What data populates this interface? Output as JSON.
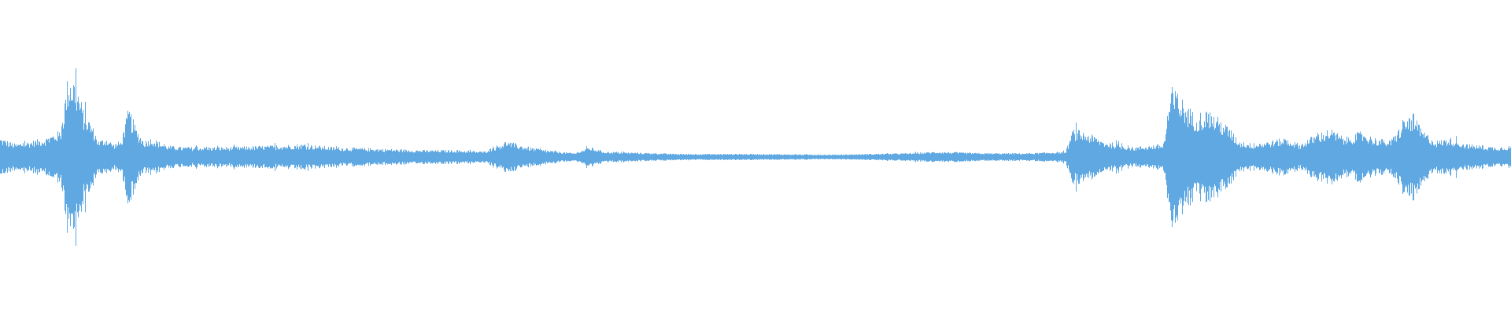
{
  "waveform": {
    "color": "#5fa8e2",
    "background": "#ffffff",
    "envelope": [
      [
        0.0,
        0.12
      ],
      [
        0.01,
        0.08
      ],
      [
        0.02,
        0.1
      ],
      [
        0.03,
        0.12
      ],
      [
        0.04,
        0.17
      ],
      [
        0.045,
        0.55
      ],
      [
        0.05,
        0.5
      ],
      [
        0.055,
        0.3
      ],
      [
        0.06,
        0.22
      ],
      [
        0.065,
        0.1
      ],
      [
        0.07,
        0.12
      ],
      [
        0.075,
        0.08
      ],
      [
        0.08,
        0.1
      ],
      [
        0.085,
        0.32
      ],
      [
        0.09,
        0.18
      ],
      [
        0.095,
        0.1
      ],
      [
        0.1,
        0.12
      ],
      [
        0.11,
        0.07
      ],
      [
        0.12,
        0.06
      ],
      [
        0.15,
        0.06
      ],
      [
        0.18,
        0.07
      ],
      [
        0.2,
        0.08
      ],
      [
        0.22,
        0.06
      ],
      [
        0.25,
        0.05
      ],
      [
        0.28,
        0.04
      ],
      [
        0.3,
        0.04
      ],
      [
        0.32,
        0.03
      ],
      [
        0.335,
        0.1
      ],
      [
        0.345,
        0.07
      ],
      [
        0.36,
        0.04
      ],
      [
        0.38,
        0.02
      ],
      [
        0.39,
        0.06
      ],
      [
        0.4,
        0.03
      ],
      [
        0.45,
        0.015
      ],
      [
        0.5,
        0.015
      ],
      [
        0.55,
        0.01
      ],
      [
        0.6,
        0.02
      ],
      [
        0.62,
        0.03
      ],
      [
        0.65,
        0.02
      ],
      [
        0.68,
        0.02
      ],
      [
        0.705,
        0.03
      ],
      [
        0.71,
        0.18
      ],
      [
        0.72,
        0.15
      ],
      [
        0.73,
        0.1
      ],
      [
        0.74,
        0.08
      ],
      [
        0.75,
        0.06
      ],
      [
        0.76,
        0.07
      ],
      [
        0.77,
        0.08
      ],
      [
        0.775,
        0.45
      ],
      [
        0.78,
        0.4
      ],
      [
        0.79,
        0.28
      ],
      [
        0.8,
        0.3
      ],
      [
        0.81,
        0.22
      ],
      [
        0.82,
        0.1
      ],
      [
        0.83,
        0.08
      ],
      [
        0.85,
        0.12
      ],
      [
        0.86,
        0.08
      ],
      [
        0.87,
        0.14
      ],
      [
        0.88,
        0.18
      ],
      [
        0.89,
        0.12
      ],
      [
        0.9,
        0.16
      ],
      [
        0.91,
        0.12
      ],
      [
        0.92,
        0.1
      ],
      [
        0.93,
        0.25
      ],
      [
        0.935,
        0.28
      ],
      [
        0.94,
        0.18
      ],
      [
        0.95,
        0.1
      ],
      [
        0.96,
        0.12
      ],
      [
        0.97,
        0.08
      ],
      [
        0.98,
        0.07
      ],
      [
        0.99,
        0.06
      ],
      [
        1.0,
        0.07
      ]
    ]
  }
}
